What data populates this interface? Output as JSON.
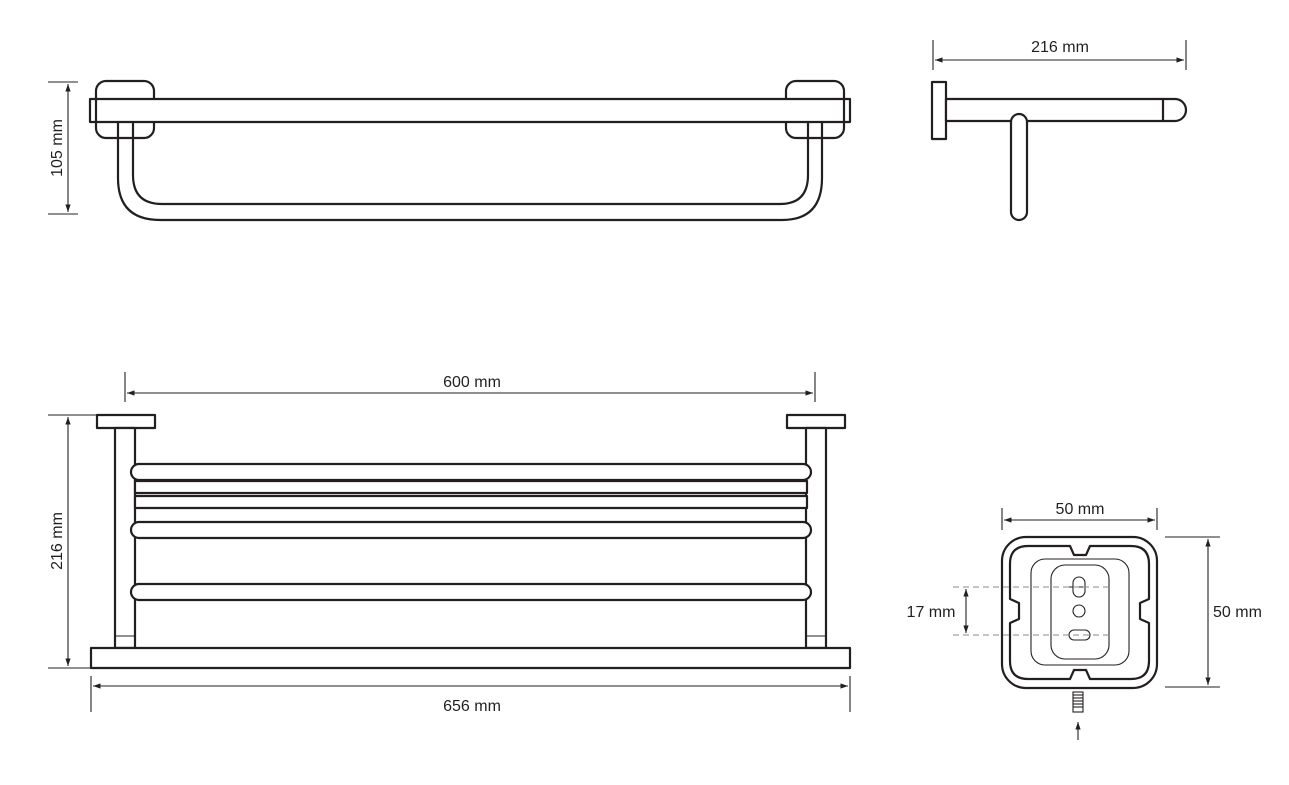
{
  "dimensions": {
    "side_height": "105 mm",
    "side_depth": "216 mm",
    "front_inner_width": "600 mm",
    "front_height": "216 mm",
    "front_total_width": "656 mm",
    "flange_width": "50 mm",
    "flange_height": "50 mm",
    "hole_spacing": "17 mm"
  }
}
